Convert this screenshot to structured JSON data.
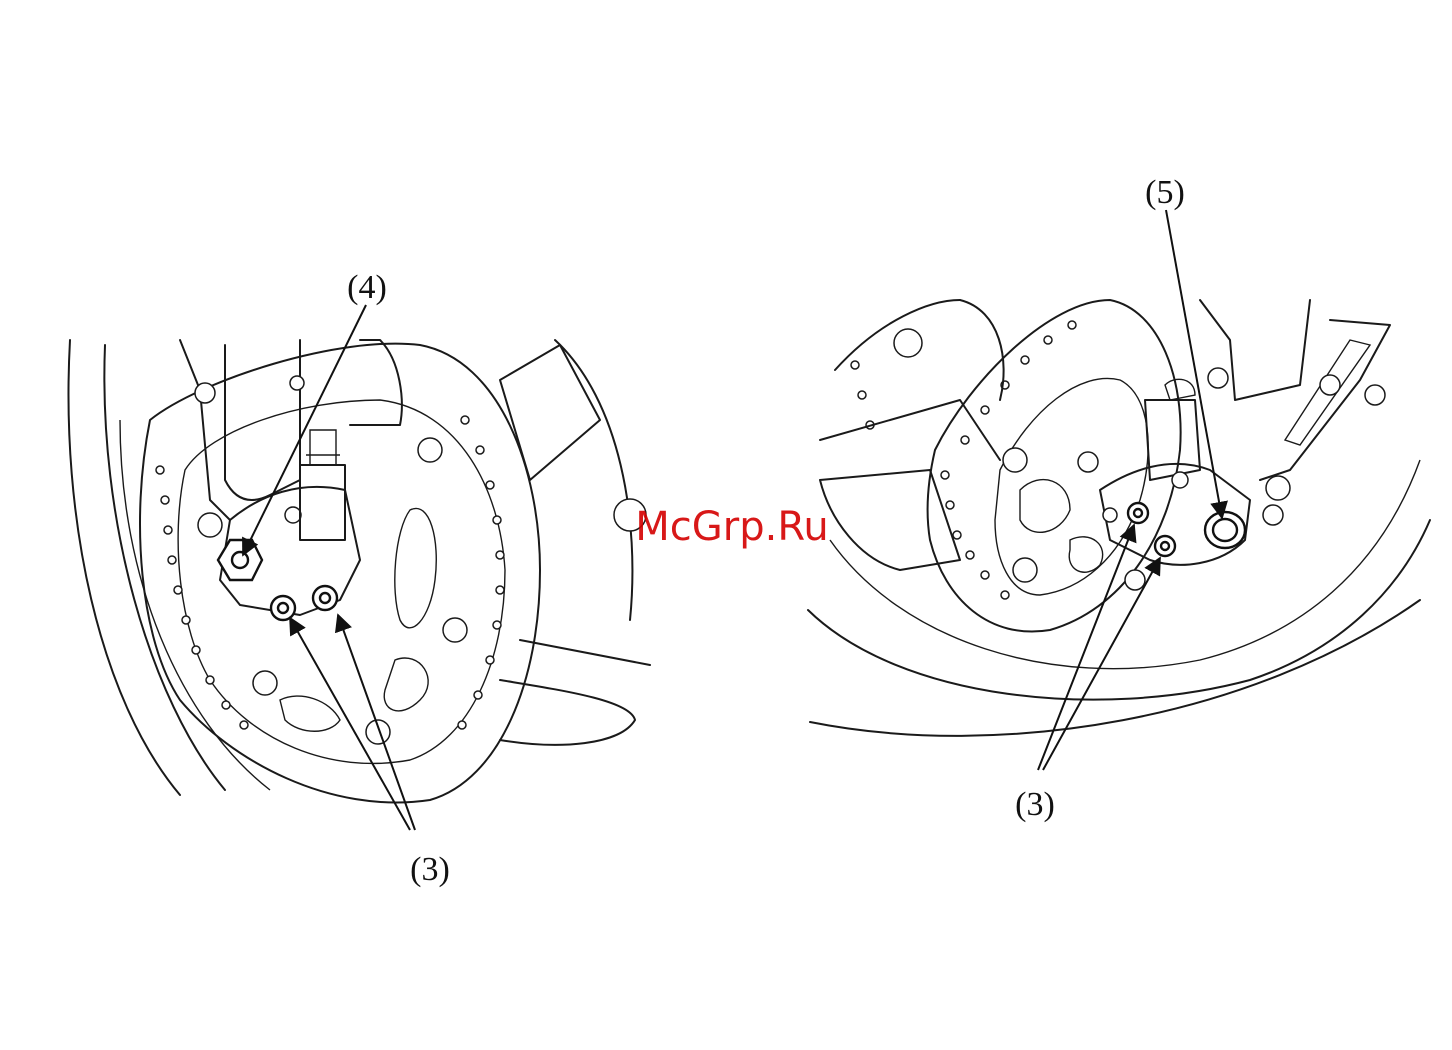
{
  "figure": {
    "left_view": {
      "callouts": [
        {
          "id": "4",
          "label": "(4)"
        },
        {
          "id": "3",
          "label": "(3)"
        }
      ]
    },
    "right_view": {
      "callouts": [
        {
          "id": "5",
          "label": "(5)"
        },
        {
          "id": "3",
          "label": "(3)"
        }
      ]
    }
  },
  "watermark": {
    "text": "McGrp.Ru",
    "color": "#d40000"
  }
}
